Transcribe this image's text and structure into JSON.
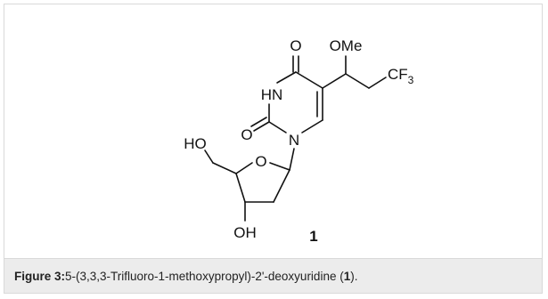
{
  "figure": {
    "atoms": {
      "o_top": "O",
      "ome": "OMe",
      "cf3_main": "CF",
      "cf3_sub": "3",
      "hn": "HN",
      "n1": "N",
      "o_left": "O",
      "ho": "HO",
      "o_ring": "O",
      "oh": "OH"
    },
    "compound_number": "1",
    "caption": {
      "label": "Figure 3:",
      "text_before": " 5-(3,3,3-Trifluoro-1-methoxypropyl)-2'-deoxyuridine (",
      "compound_ref": "1",
      "text_after": ")."
    }
  }
}
